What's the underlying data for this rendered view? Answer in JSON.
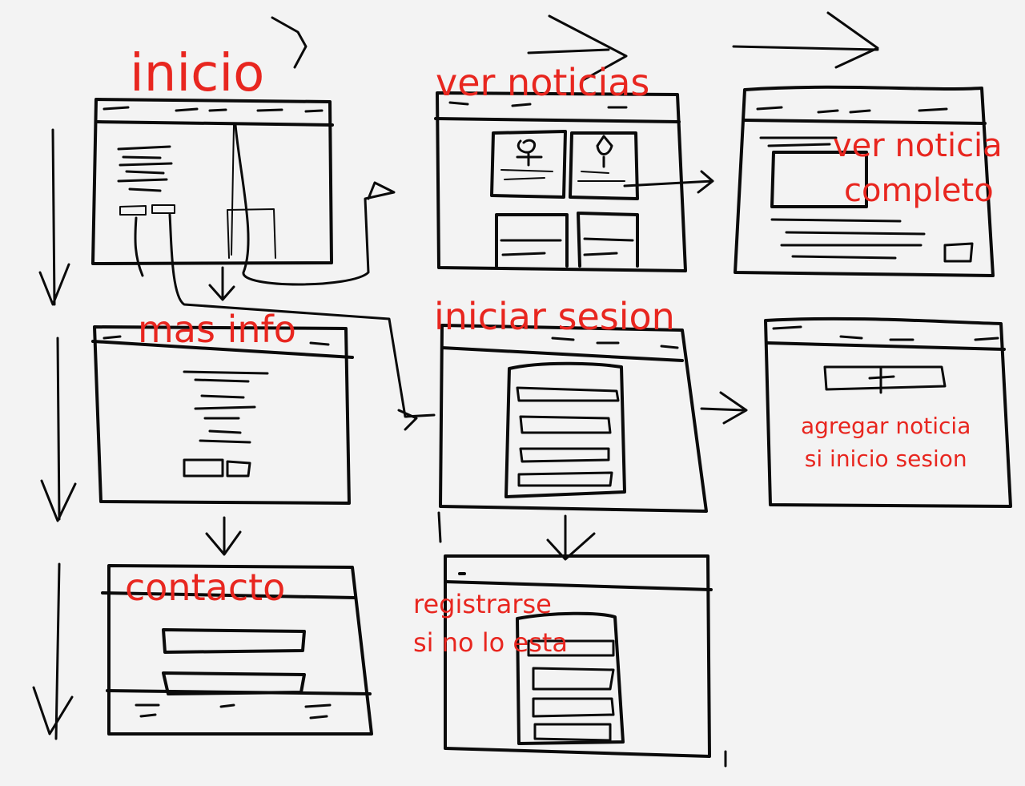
{
  "labels": {
    "inicio": "inicio",
    "ver_noticias": "ver noticias",
    "ver_noticia_completo_line1": "ver noticia",
    "ver_noticia_completo_line2": "completo",
    "mas_info": "mas info",
    "iniciar_sesion": "iniciar sesion",
    "agregar_noticia_line1": "agregar noticia",
    "agregar_noticia_line2": "si inicio sesion",
    "contacto": "contacto",
    "registrarse_line1": "registrarse",
    "registrarse_line2": "si no lo esta"
  },
  "colors": {
    "ink": "#0a0a0a",
    "annotation": "#e8261f",
    "paper": "#f3f3f3"
  }
}
